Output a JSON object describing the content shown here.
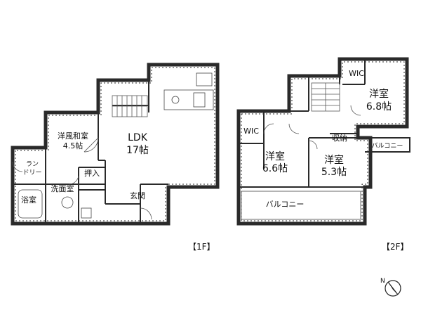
{
  "floors": {
    "first": {
      "tag": "【1F】",
      "rooms": {
        "ldk": {
          "name": "LDK",
          "size": "17帖"
        },
        "japanese": {
          "name": "洋風和室",
          "size": "4.5帖"
        },
        "laundry": {
          "line1": "ラン",
          "line2": "ドリー"
        },
        "washroom": {
          "name": "洗面室"
        },
        "closet": {
          "name": "押入"
        },
        "bath": {
          "name": "浴室"
        },
        "entrance": {
          "name": "玄関"
        }
      }
    },
    "second": {
      "tag": "【2F】",
      "rooms": {
        "wic_top": {
          "name": "WIC"
        },
        "western_68": {
          "name": "洋室",
          "size": "6.8帖"
        },
        "wic_left": {
          "name": "WIC"
        },
        "storage": {
          "name": "収納"
        },
        "balcony_right": {
          "name": "バルコニー"
        },
        "western_66": {
          "name": "洋室",
          "size": "6.6帖"
        },
        "western_53": {
          "name": "洋室",
          "size": "5.3帖"
        },
        "balcony_bottom": {
          "name": "バルコニー"
        }
      }
    }
  },
  "compass": {
    "letter": "N"
  },
  "colors": {
    "wall": "#2a2a2a",
    "background": "#ffffff"
  }
}
